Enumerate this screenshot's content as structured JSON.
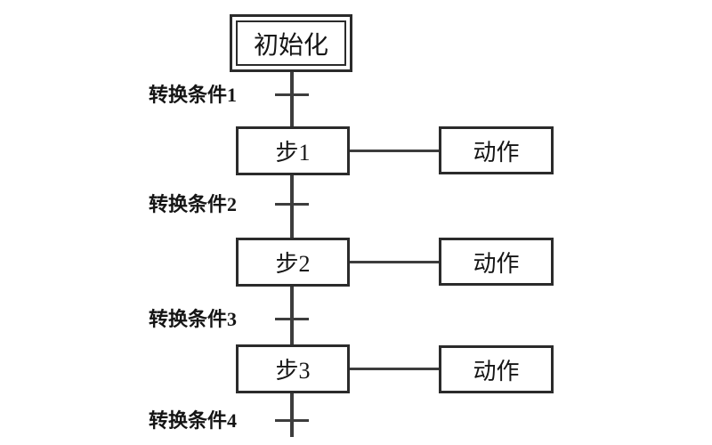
{
  "diagram": {
    "type": "sequential-function-chart",
    "init_step": {
      "label": "初始化"
    },
    "steps": [
      {
        "label": "步1",
        "action": "动作"
      },
      {
        "label": "步2",
        "action": "动作"
      },
      {
        "label": "步3",
        "action": "动作"
      }
    ],
    "transitions": [
      {
        "label": "转换条件1"
      },
      {
        "label": "转换条件2"
      },
      {
        "label": "转换条件3"
      },
      {
        "label": "转换条件4"
      }
    ],
    "colors": {
      "background": "#ffffff",
      "line": "#3d3d3d",
      "border": "#2b2b2b",
      "text": "#151515"
    }
  }
}
